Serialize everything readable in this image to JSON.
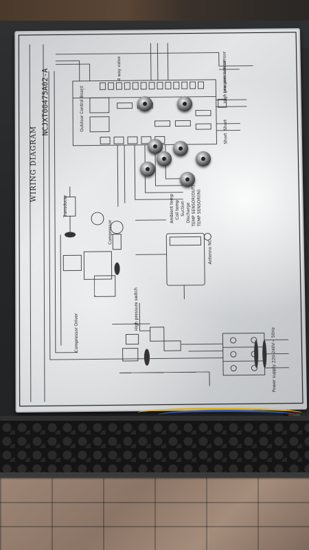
{
  "plate": {
    "title": "WIRING DIAGRAM",
    "model": "NCJXT00475A02-A"
  },
  "labels": {
    "control_board": "Outdoor Control Board",
    "compressor_driver": "Compressor Driver",
    "transducer": "Transducer",
    "compressor": "Compressor",
    "high_pressure_switch": "High pressure switch",
    "high_pressure_sensor": "High pressure sensor",
    "low_pressure_sensor": "Low pressure sensor",
    "antenna": "Antenna NC",
    "power_supply": "Power supply 220-240V~ 50Hz",
    "short_1": "Short",
    "short_2": "Short",
    "ambient_temp": "Ambient temp",
    "coil_temp": "Coil temp",
    "suction": "Suction",
    "discharge": "Discharge",
    "four_way_valve": "4 way valve",
    "temp_sensor_out": "TEMP SENSOR(OUT)",
    "temp_sensor_in": "TEMP SENSOR(IN)"
  }
}
